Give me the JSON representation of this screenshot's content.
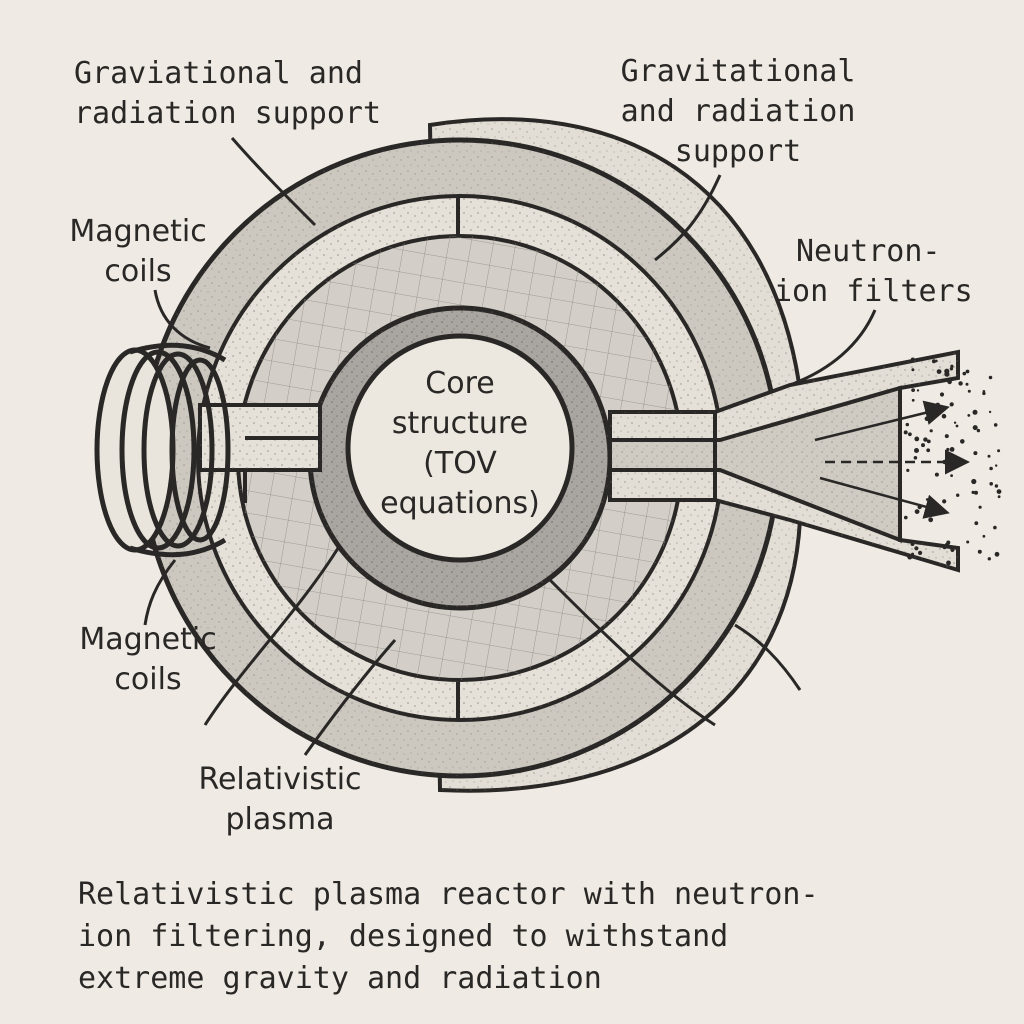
{
  "labels": {
    "grav_left": [
      "Graviational and",
      "radiation support"
    ],
    "grav_right": [
      "Gravitational",
      "and radiation",
      "support"
    ],
    "coils_top": [
      "Magnetic",
      "coils"
    ],
    "coils_bottom": [
      "Magnetic",
      "coils"
    ],
    "neutron_filters": [
      "Neutron-",
      "ion filters"
    ],
    "core": [
      "Core",
      "structure",
      "(TOV",
      "equations)"
    ],
    "plasma": [
      "Relativistic",
      "plasma"
    ]
  },
  "caption": [
    "Relativistic plasma reactor with neutron-",
    "ion filtering, designed to withstand",
    "extreme gravity and radiation"
  ],
  "colors": {
    "background": "#efebe4",
    "ink": "#2a2826",
    "outer_shell": "#ccc8c0",
    "back_shell": "#e3ded5",
    "dotted_ring": "#e6e1d8",
    "mesh_ring": "#d3cfc8",
    "core_ring": "#a9a5a0",
    "core": "#ece7df"
  },
  "icons": [
    "magnetic-coil-icon",
    "neutron-particle-dot",
    "emission-arrow-icon"
  ]
}
